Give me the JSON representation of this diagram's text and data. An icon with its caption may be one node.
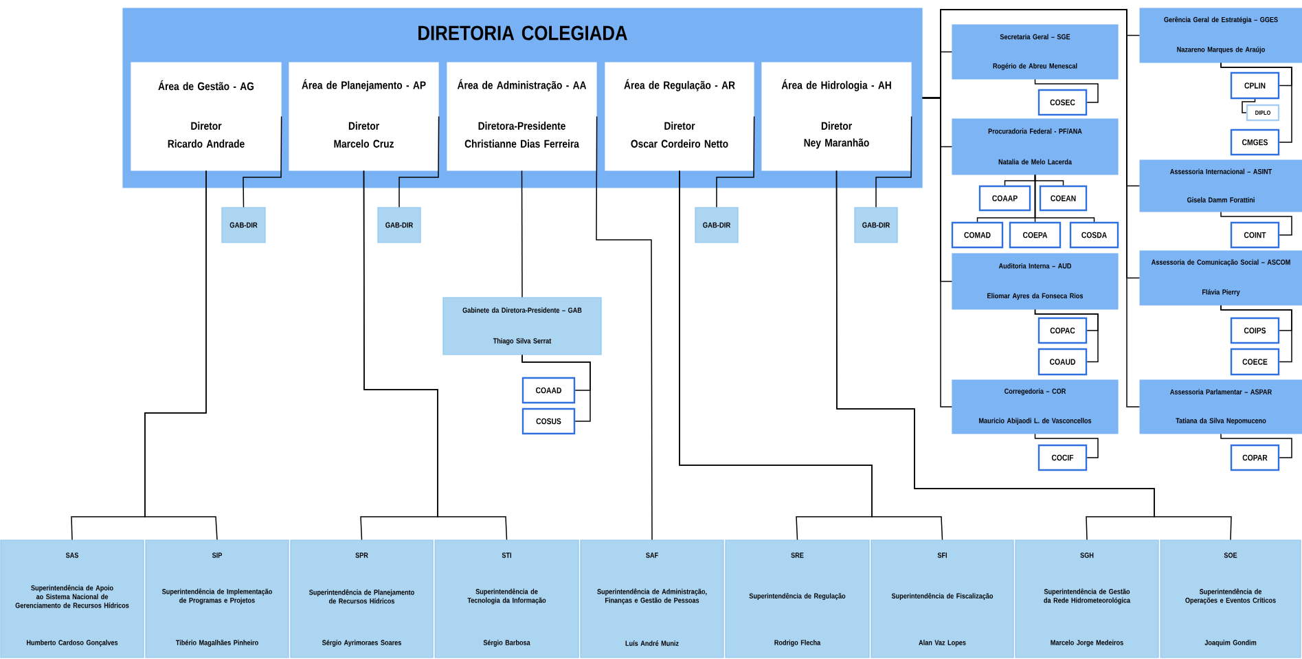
{
  "diagram": {
    "nodes": [
      {
        "text": [
          "DIRETORIA COLEGIADA"
        ]
      },
      {
        "text": [
          "Área de Gestão - AG",
          "Diretor",
          "Ricardo Andrade"
        ],
        "in": 0
      },
      {
        "text": [
          "Área de Planejamento - AP",
          "Diretor",
          "Marcelo Cruz"
        ],
        "in": 0
      },
      {
        "text": [
          "Área de Administração - AA",
          "Diretora-Presidente",
          "Christianne Dias Ferreira"
        ],
        "in": 0
      },
      {
        "text": [
          "Área de Regulação - AR",
          "Diretor",
          "Oscar Cordeiro Netto"
        ],
        "in": 0
      },
      {
        "text": [
          "Área de Hidrologia - AH",
          "Diretor",
          "Ney Maranhão"
        ],
        "in": 0
      },
      {
        "text": [
          "GAB-DIR"
        ]
      },
      {
        "text": [
          "GAB-DIR"
        ]
      },
      {
        "text": [
          "GAB-DIR"
        ]
      },
      {
        "text": [
          "GAB-DIR"
        ]
      },
      {
        "text": [
          "Gabinete da Diretora-Presidente – GAB",
          "Thiago Silva Serrat"
        ]
      },
      {
        "text": [
          "COAAD"
        ]
      },
      {
        "text": [
          "COSUS"
        ]
      },
      {
        "text": [
          "Secretaria Geral – SGE",
          "Rogério de Abreu Menescal"
        ]
      },
      {
        "text": [
          "COSEC"
        ]
      },
      {
        "text": [
          "Procuradoria Federal - PF/ANA",
          "Natalia de Melo Lacerda"
        ]
      },
      {
        "text": [
          "COAAP"
        ]
      },
      {
        "text": [
          "COEAN"
        ]
      },
      {
        "text": [
          "COMAD"
        ]
      },
      {
        "text": [
          "COEPA"
        ]
      },
      {
        "text": [
          "COSDA"
        ]
      },
      {
        "text": [
          "Auditoria Interna – AUD",
          "Eliomar Ayres da Fonseca Rios"
        ]
      },
      {
        "text": [
          "COPAC"
        ]
      },
      {
        "text": [
          "COAUD"
        ]
      },
      {
        "text": [
          "Corregedoria – COR",
          "Mauricio Abijaodi L. de Vasconcellos"
        ]
      },
      {
        "text": [
          "COCIF"
        ]
      },
      {
        "text": [
          "Gerência Geral de Estratégia – GGES",
          "Nazareno Marques de Araújo"
        ]
      },
      {
        "text": [
          "CPLIN"
        ]
      },
      {
        "text": [
          "DIPLO"
        ]
      },
      {
        "text": [
          "CMGES"
        ]
      },
      {
        "text": [
          "Assessoria Internacional – ASINT",
          "Gisela Damm Forattini"
        ]
      },
      {
        "text": [
          "COINT"
        ]
      },
      {
        "text": [
          "Assessoria de Comunicação Social – ASCOM",
          "Flávia Pierry"
        ]
      },
      {
        "text": [
          "COIPS"
        ]
      },
      {
        "text": [
          "COECE"
        ]
      },
      {
        "text": [
          "Assessoria Parlamentar – ASPAR",
          "Tatiana da Silva Nepomuceno"
        ]
      },
      {
        "text": [
          "COPAR"
        ]
      },
      {
        "text": [
          "SAS",
          "Superintendência de Apoio ao Sistema Nacional de Gerenciamento de Recursos Hídricos",
          "Humberto Cardoso Gonçalves"
        ]
      },
      {
        "text": [
          "SIP",
          "Superintendência de Implementação de Programas e Projetos",
          "Tibério Magalhães Pinheiro"
        ]
      },
      {
        "text": [
          "SPR",
          "Superintendência de Planejamento de Recursos Hídricos",
          "Sérgio Ayrimoraes Soares"
        ]
      },
      {
        "text": [
          "STI",
          "Superintendência de Tecnologia da Informação",
          "Sérgio Barbosa"
        ]
      },
      {
        "text": [
          "SAF",
          "Superintendência de Administração, Finanças e Gestão de Pessoas",
          "Luís André Muniz"
        ]
      },
      {
        "text": [
          "SRE",
          "Superintendência de Regulação",
          "Rodrigo Flecha"
        ]
      },
      {
        "text": [
          "SFI",
          "Superintendência de Fiscalização",
          "Alan Vaz Lopes"
        ]
      },
      {
        "text": [
          "SGH",
          "Superintendência de Gestão da Rede Hidrometeorológica",
          "Marcelo Jorge Medeiros"
        ]
      },
      {
        "text": [
          "SOE",
          "Superintendência de Operações e Eventos Críticos",
          "Joaquim Gondim"
        ]
      }
    ],
    "edges": [
      {
        "from": 1,
        "to": 6,
        "arrow": "none"
      },
      {
        "from": 2,
        "to": 7,
        "arrow": "none"
      },
      {
        "from": 4,
        "to": 8,
        "arrow": "none"
      },
      {
        "from": 5,
        "to": 9,
        "arrow": "none"
      },
      {
        "from": 3,
        "to": 10,
        "arrow": "none"
      },
      {
        "from": 10,
        "to": 11,
        "arrow": "none"
      },
      {
        "from": 10,
        "to": 12,
        "arrow": "none"
      },
      {
        "from": 1,
        "to": 37,
        "arrow": "none"
      },
      {
        "from": 1,
        "to": 38,
        "arrow": "none"
      },
      {
        "from": 2,
        "to": 39,
        "arrow": "none"
      },
      {
        "from": 2,
        "to": 40,
        "arrow": "none"
      },
      {
        "from": 3,
        "to": 41,
        "arrow": "none"
      },
      {
        "from": 4,
        "to": 42,
        "arrow": "none"
      },
      {
        "from": 4,
        "to": 43,
        "arrow": "none"
      },
      {
        "from": 5,
        "to": 44,
        "arrow": "none"
      },
      {
        "from": 5,
        "to": 45,
        "arrow": "none"
      },
      {
        "from": 0,
        "to": 13,
        "arrow": "none"
      },
      {
        "from": 0,
        "to": 15,
        "arrow": "none"
      },
      {
        "from": 0,
        "to": 21,
        "arrow": "none"
      },
      {
        "from": 0,
        "to": 24,
        "arrow": "none"
      },
      {
        "from": 0,
        "to": 26,
        "arrow": "none"
      },
      {
        "from": 0,
        "to": 30,
        "arrow": "none"
      },
      {
        "from": 0,
        "to": 32,
        "arrow": "none"
      },
      {
        "from": 0,
        "to": 35,
        "arrow": "none"
      },
      {
        "from": 13,
        "to": 14,
        "arrow": "none"
      },
      {
        "from": 15,
        "to": 16,
        "arrow": "none"
      },
      {
        "from": 15,
        "to": 17,
        "arrow": "none"
      },
      {
        "from": 15,
        "to": 18,
        "arrow": "none"
      },
      {
        "from": 15,
        "to": 19,
        "arrow": "none"
      },
      {
        "from": 15,
        "to": 20,
        "arrow": "none"
      },
      {
        "from": 21,
        "to": 22,
        "arrow": "none"
      },
      {
        "from": 21,
        "to": 23,
        "arrow": "none"
      },
      {
        "from": 24,
        "to": 25,
        "arrow": "none"
      },
      {
        "from": 26,
        "to": 27,
        "arrow": "none"
      },
      {
        "from": 27,
        "to": 28,
        "arrow": "none"
      },
      {
        "from": 26,
        "to": 29,
        "arrow": "none"
      },
      {
        "from": 30,
        "to": 31,
        "arrow": "none"
      },
      {
        "from": 32,
        "to": 33,
        "arrow": "none"
      },
      {
        "from": 32,
        "to": 34,
        "arrow": "none"
      },
      {
        "from": 35,
        "to": 36,
        "arrow": "none"
      }
    ]
  }
}
